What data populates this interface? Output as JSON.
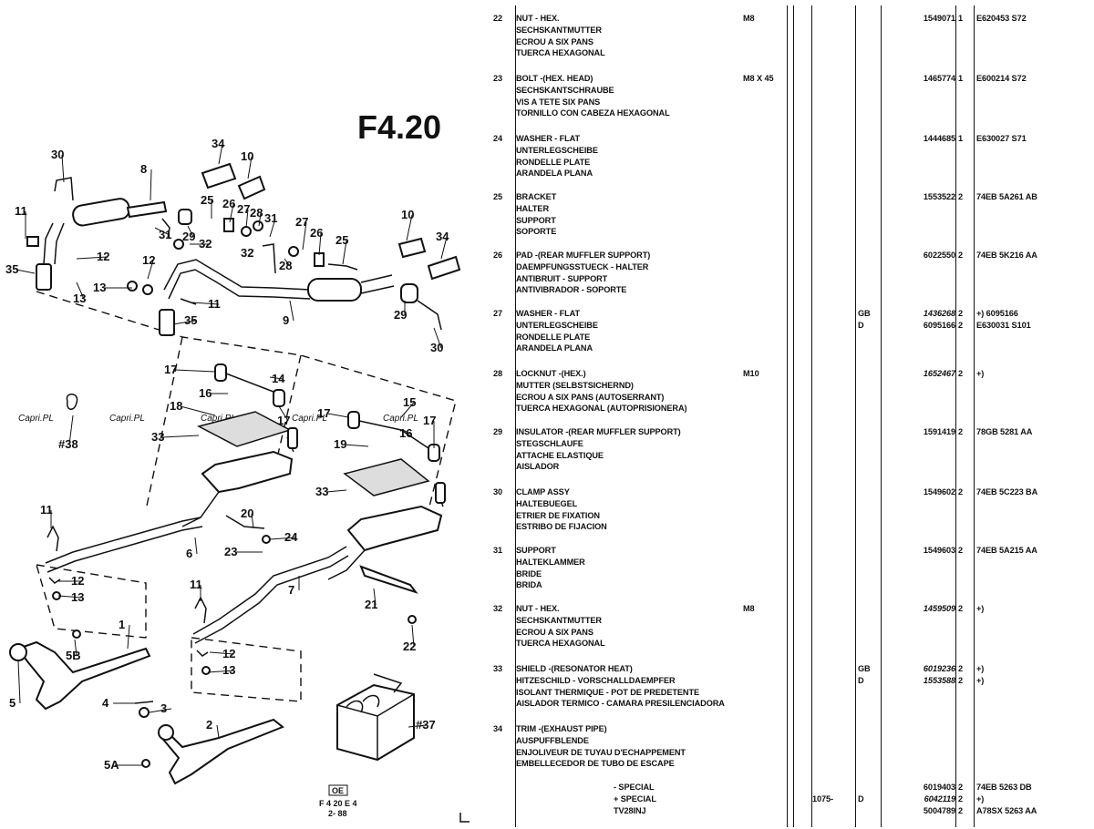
{
  "diagram": {
    "title": "F4.20",
    "figure_code_box": "OE",
    "figure_code": "F 4 20 E 4",
    "figure_date": "2- 88",
    "watermark": "Capri.PL",
    "callouts": [
      "30",
      "8",
      "34",
      "10",
      "11",
      "25",
      "26",
      "27",
      "28",
      "29",
      "32",
      "31",
      "12",
      "13",
      "35",
      "9",
      "10",
      "34",
      "31",
      "32",
      "28",
      "27",
      "26",
      "25",
      "12",
      "13",
      "11",
      "35",
      "29",
      "30",
      "17",
      "14",
      "16",
      "18",
      "17",
      "33",
      "#38",
      "17",
      "15",
      "16",
      "17",
      "19",
      "33",
      "11",
      "20",
      "24",
      "23",
      "6",
      "12",
      "13",
      "1",
      "5B",
      "5",
      "7",
      "21",
      "22",
      "11",
      "12",
      "13",
      "4",
      "3",
      "2",
      "5A",
      "#37"
    ]
  },
  "columns": {
    "divider_lines": 8
  },
  "rows": [
    {
      "ref": "22",
      "desc": [
        "NUT - HEX.",
        "SECHSKANTMUTTER",
        "ECROU A SIX PANS",
        "TUERCA HEXAGONAL"
      ],
      "size": "M8",
      "cty": "",
      "pn": "1549071",
      "qty": "1",
      "fin": "E620453 S72"
    },
    {
      "ref": "23",
      "desc": [
        "BOLT -(HEX. HEAD)",
        "SECHSKANTSCHRAUBE",
        "VIS A TETE SIX PANS",
        "TORNILLO CON CABEZA HEXAGONAL"
      ],
      "size": "M8 X 45",
      "cty": "",
      "pn": "1465774",
      "qty": "1",
      "fin": "E600214 S72"
    },
    {
      "ref": "24",
      "desc": [
        "WASHER - FLAT",
        "UNTERLEGSCHEIBE",
        "RONDELLE PLATE",
        "ARANDELA PLANA"
      ],
      "size": "",
      "cty": "",
      "pn": "1444685",
      "qty": "1",
      "fin": "E630027 S71"
    },
    {
      "ref": "25",
      "desc": [
        "BRACKET",
        "HALTER",
        "SUPPORT",
        "SOPORTE"
      ],
      "size": "",
      "cty": "",
      "pn": "1553522",
      "qty": "2",
      "fin": "74EB 5A261 AB"
    },
    {
      "ref": "26",
      "desc": [
        "PAD -(REAR MUFFLER SUPPORT)",
        "DAEMPFUNGSSTUECK - HALTER",
        "ANTIBRUIT - SUPPORT",
        "ANTIVIBRADOR - SOPORTE"
      ],
      "size": "",
      "cty": "",
      "pn": "6022550",
      "qty": "2",
      "fin": "74EB 5K216 AA"
    },
    {
      "ref": "27",
      "desc": [
        "WASHER - FLAT",
        "UNTERLEGSCHEIBE",
        "RONDELLE PLATE",
        "ARANDELA PLANA"
      ],
      "size": "",
      "sub": [
        {
          "cty": "GB",
          "pn": "1436268",
          "qty": "2",
          "fin": "+) 6095166",
          "italic": true
        },
        {
          "cty": "D",
          "pn": "6095166",
          "qty": "2",
          "fin": "E630031 S101",
          "italic": false
        }
      ]
    },
    {
      "ref": "28",
      "desc": [
        "LOCKNUT -(HEX.)",
        "MUTTER (SELBSTSICHERND)",
        "ECROU A SIX PANS (AUTOSERRANT)",
        "TUERCA HEXAGONAL (AUTOPRISIONERA)"
      ],
      "size": "M10",
      "cty": "",
      "pn": "1652467",
      "qty": "2",
      "fin": "+)",
      "italic": true
    },
    {
      "ref": "29",
      "desc": [
        "INSULATOR -(REAR MUFFLER SUPPORT)",
        "STEGSCHLAUFE",
        "ATTACHE ELASTIQUE",
        "AISLADOR"
      ],
      "size": "",
      "cty": "",
      "pn": "1591419",
      "qty": "2",
      "fin": "78GB 5281 AA"
    },
    {
      "ref": "30",
      "desc": [
        "CLAMP ASSY",
        "HALTEBUEGEL",
        "ETRIER DE FIXATION",
        "ESTRIBO DE FIJACION"
      ],
      "size": "",
      "cty": "",
      "pn": "1549602",
      "qty": "2",
      "fin": "74EB 5C223 BA"
    },
    {
      "ref": "31",
      "desc": [
        "SUPPORT",
        "HALTEKLAMMER",
        "BRIDE",
        "BRIDA"
      ],
      "size": "",
      "cty": "",
      "pn": "1549603",
      "qty": "2",
      "fin": "74EB 5A215 AA"
    },
    {
      "ref": "32",
      "desc": [
        "NUT - HEX.",
        "SECHSKANTMUTTER",
        "ECROU A SIX PANS",
        "TUERCA HEXAGONAL"
      ],
      "size": "M8",
      "cty": "",
      "pn": "1459509",
      "qty": "2",
      "fin": "+)",
      "italic": true
    },
    {
      "ref": "33",
      "desc": [
        "SHIELD -(RESONATOR HEAT)",
        "HITZESCHILD - VORSCHALLDAEMPFER",
        "ISOLANT THERMIQUE - POT DE PREDETENTE",
        "AISLADOR TERMICO - CAMARA PRESILENCIADORA"
      ],
      "size": "",
      "sub": [
        {
          "cty": "GB",
          "pn": "6019236",
          "qty": "2",
          "fin": "+)",
          "italic": true
        },
        {
          "cty": "D",
          "pn": "1553588",
          "qty": "2",
          "fin": "+)",
          "italic": true
        }
      ]
    },
    {
      "ref": "34",
      "desc": [
        "TRIM -(EXHAUST PIPE)",
        "AUSPUFFBLENDE",
        "ENJOLIVEUR DE TUYAU D'ECHAPPEMENT",
        "EMBELLECEDOR DE TUBO DE ESCAPE"
      ],
      "size": "",
      "cty": "",
      "pn": "",
      "qty": "",
      "fin": ""
    }
  ],
  "special": [
    {
      "label": "- SPECIAL",
      "prod": "",
      "cty": "",
      "pn": "6019403",
      "qty": "2",
      "fin": "74EB 5263 DB",
      "italic": false
    },
    {
      "label": "+ SPECIAL",
      "prod": "1075-",
      "cty": "D",
      "pn": "6042119",
      "qty": "2",
      "fin": "+)",
      "italic": true
    },
    {
      "label": "TV28INJ",
      "prod": "",
      "cty": "",
      "pn": "5004789",
      "qty": "2",
      "fin": "A78SX 5263 AA",
      "italic": false
    }
  ]
}
